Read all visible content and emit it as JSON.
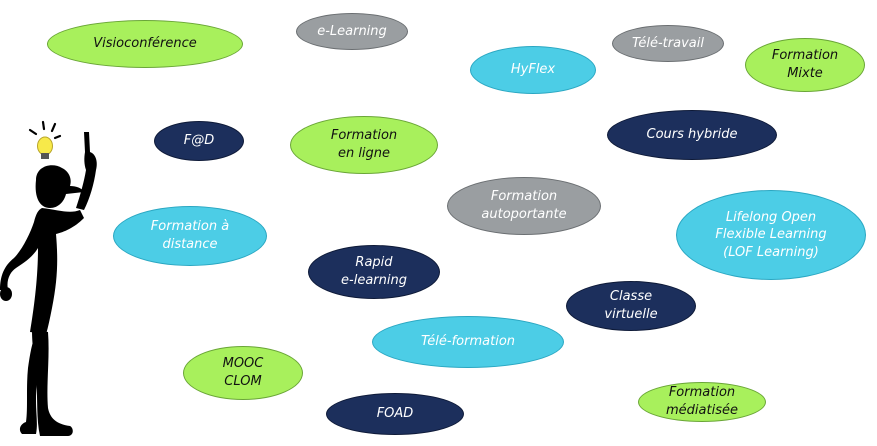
{
  "colors": {
    "green": "#a8f05c",
    "grey": "#9a9ea1",
    "cyan": "#4ccde6",
    "navy": "#1c2f5c",
    "bulb": "#f7e94a"
  },
  "illustration": {
    "icon": "thinking-man-lightbulb-icon"
  },
  "bubbles": {
    "visioconference": "Visioconférence",
    "elearning": "e-Learning",
    "teletravail": "Télé-travail",
    "formation_mixte": "Formation\nMixte",
    "hyflex": "HyFlex",
    "fad": "F@D",
    "formation_en_ligne": "Formation\nen ligne",
    "cours_hybride": "Cours hybride",
    "formation_autoportante": "Formation\nautoportante",
    "lifelong": "Lifelong Open\nFlexible Learning\n(LOF Learning)",
    "formation_a_distance": "Formation à\ndistance",
    "rapid_elearning": "Rapid\ne-learning",
    "classe_virtuelle": "Classe\nvirtuelle",
    "teleformation": "Télé-formation",
    "mooc": "MOOC\nCLOM",
    "foad": "FOAD",
    "formation_mediatisee": "Formation\nmédiatisée"
  }
}
